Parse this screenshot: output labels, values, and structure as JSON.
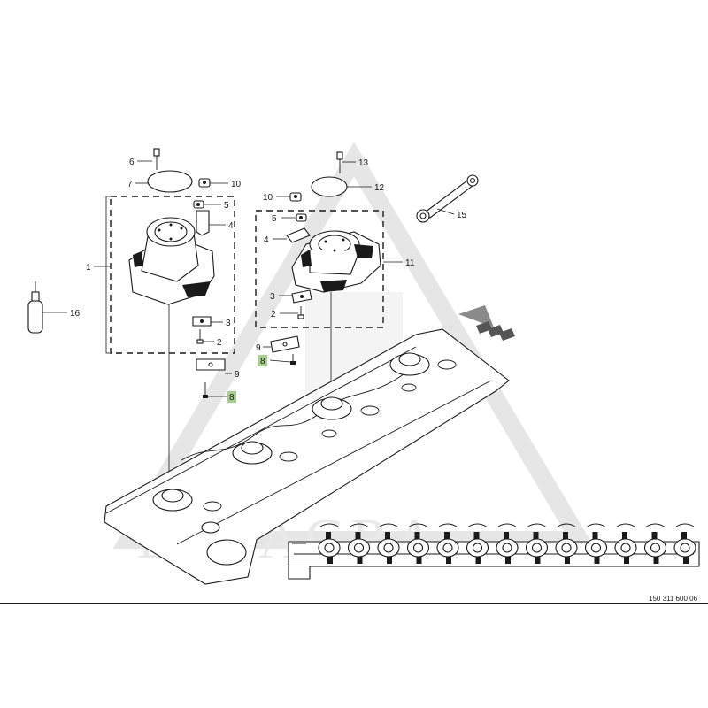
{
  "diagram": {
    "drawing_number": "150 311 600 06",
    "watermark": "EKTAGRA",
    "callouts": [
      {
        "id": "c1",
        "label": "1"
      },
      {
        "id": "c2a",
        "label": "2"
      },
      {
        "id": "c2b",
        "label": "2"
      },
      {
        "id": "c3a",
        "label": "3"
      },
      {
        "id": "c3b",
        "label": "3"
      },
      {
        "id": "c4a",
        "label": "4"
      },
      {
        "id": "c4b",
        "label": "4"
      },
      {
        "id": "c5a",
        "label": "5"
      },
      {
        "id": "c5b",
        "label": "5"
      },
      {
        "id": "c6",
        "label": "6"
      },
      {
        "id": "c7",
        "label": "7"
      },
      {
        "id": "c8a",
        "label": "8",
        "highlighted": true
      },
      {
        "id": "c8b",
        "label": "8",
        "highlighted": true
      },
      {
        "id": "c9a",
        "label": "9"
      },
      {
        "id": "c9b",
        "label": "9"
      },
      {
        "id": "c10a",
        "label": "10"
      },
      {
        "id": "c10b",
        "label": "10"
      },
      {
        "id": "c11",
        "label": "11"
      },
      {
        "id": "c12",
        "label": "12"
      },
      {
        "id": "c13",
        "label": "13"
      },
      {
        "id": "c15",
        "label": "15"
      },
      {
        "id": "c16",
        "label": "16"
      }
    ],
    "highlight_color": "#a9cf8f",
    "line_color": "#1a1a1a"
  }
}
